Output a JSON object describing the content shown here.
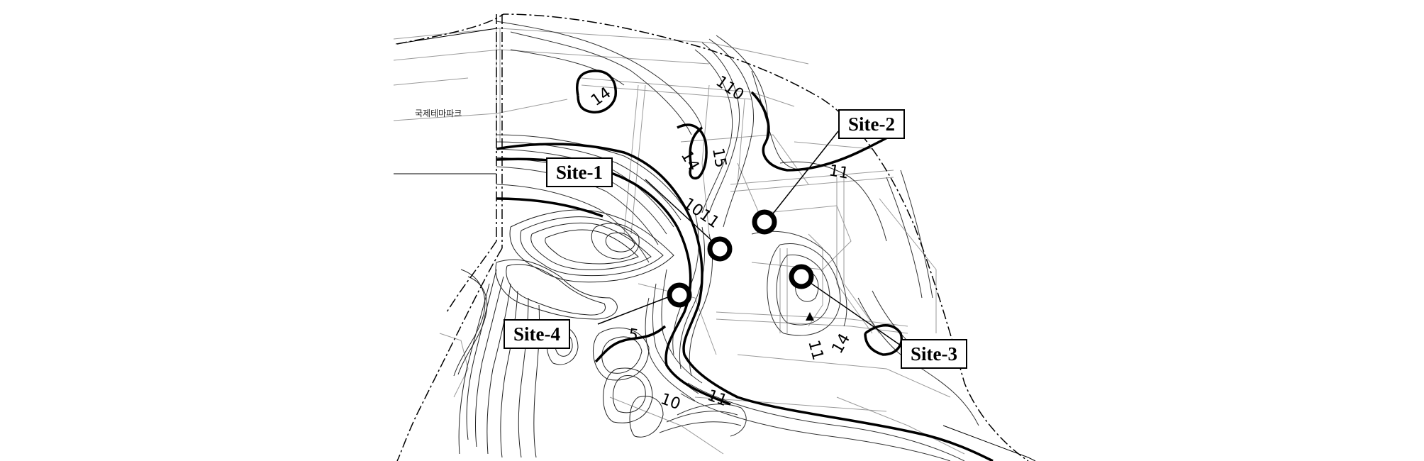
{
  "map": {
    "place_label": "국제테마파크",
    "sites": [
      {
        "label": "Site-1"
      },
      {
        "label": "Site-2"
      },
      {
        "label": "Site-3"
      },
      {
        "label": "Site-4"
      }
    ],
    "contour_labels": {
      "c14_top": "14",
      "c110": "110",
      "c15": "15",
      "c14_mid": "14",
      "c11_right": "11",
      "c1011": "1011",
      "c14_right": "14",
      "c11_lower": "11",
      "c5": "5",
      "c10_bottom": "10",
      "c11_bottom": "11"
    }
  }
}
